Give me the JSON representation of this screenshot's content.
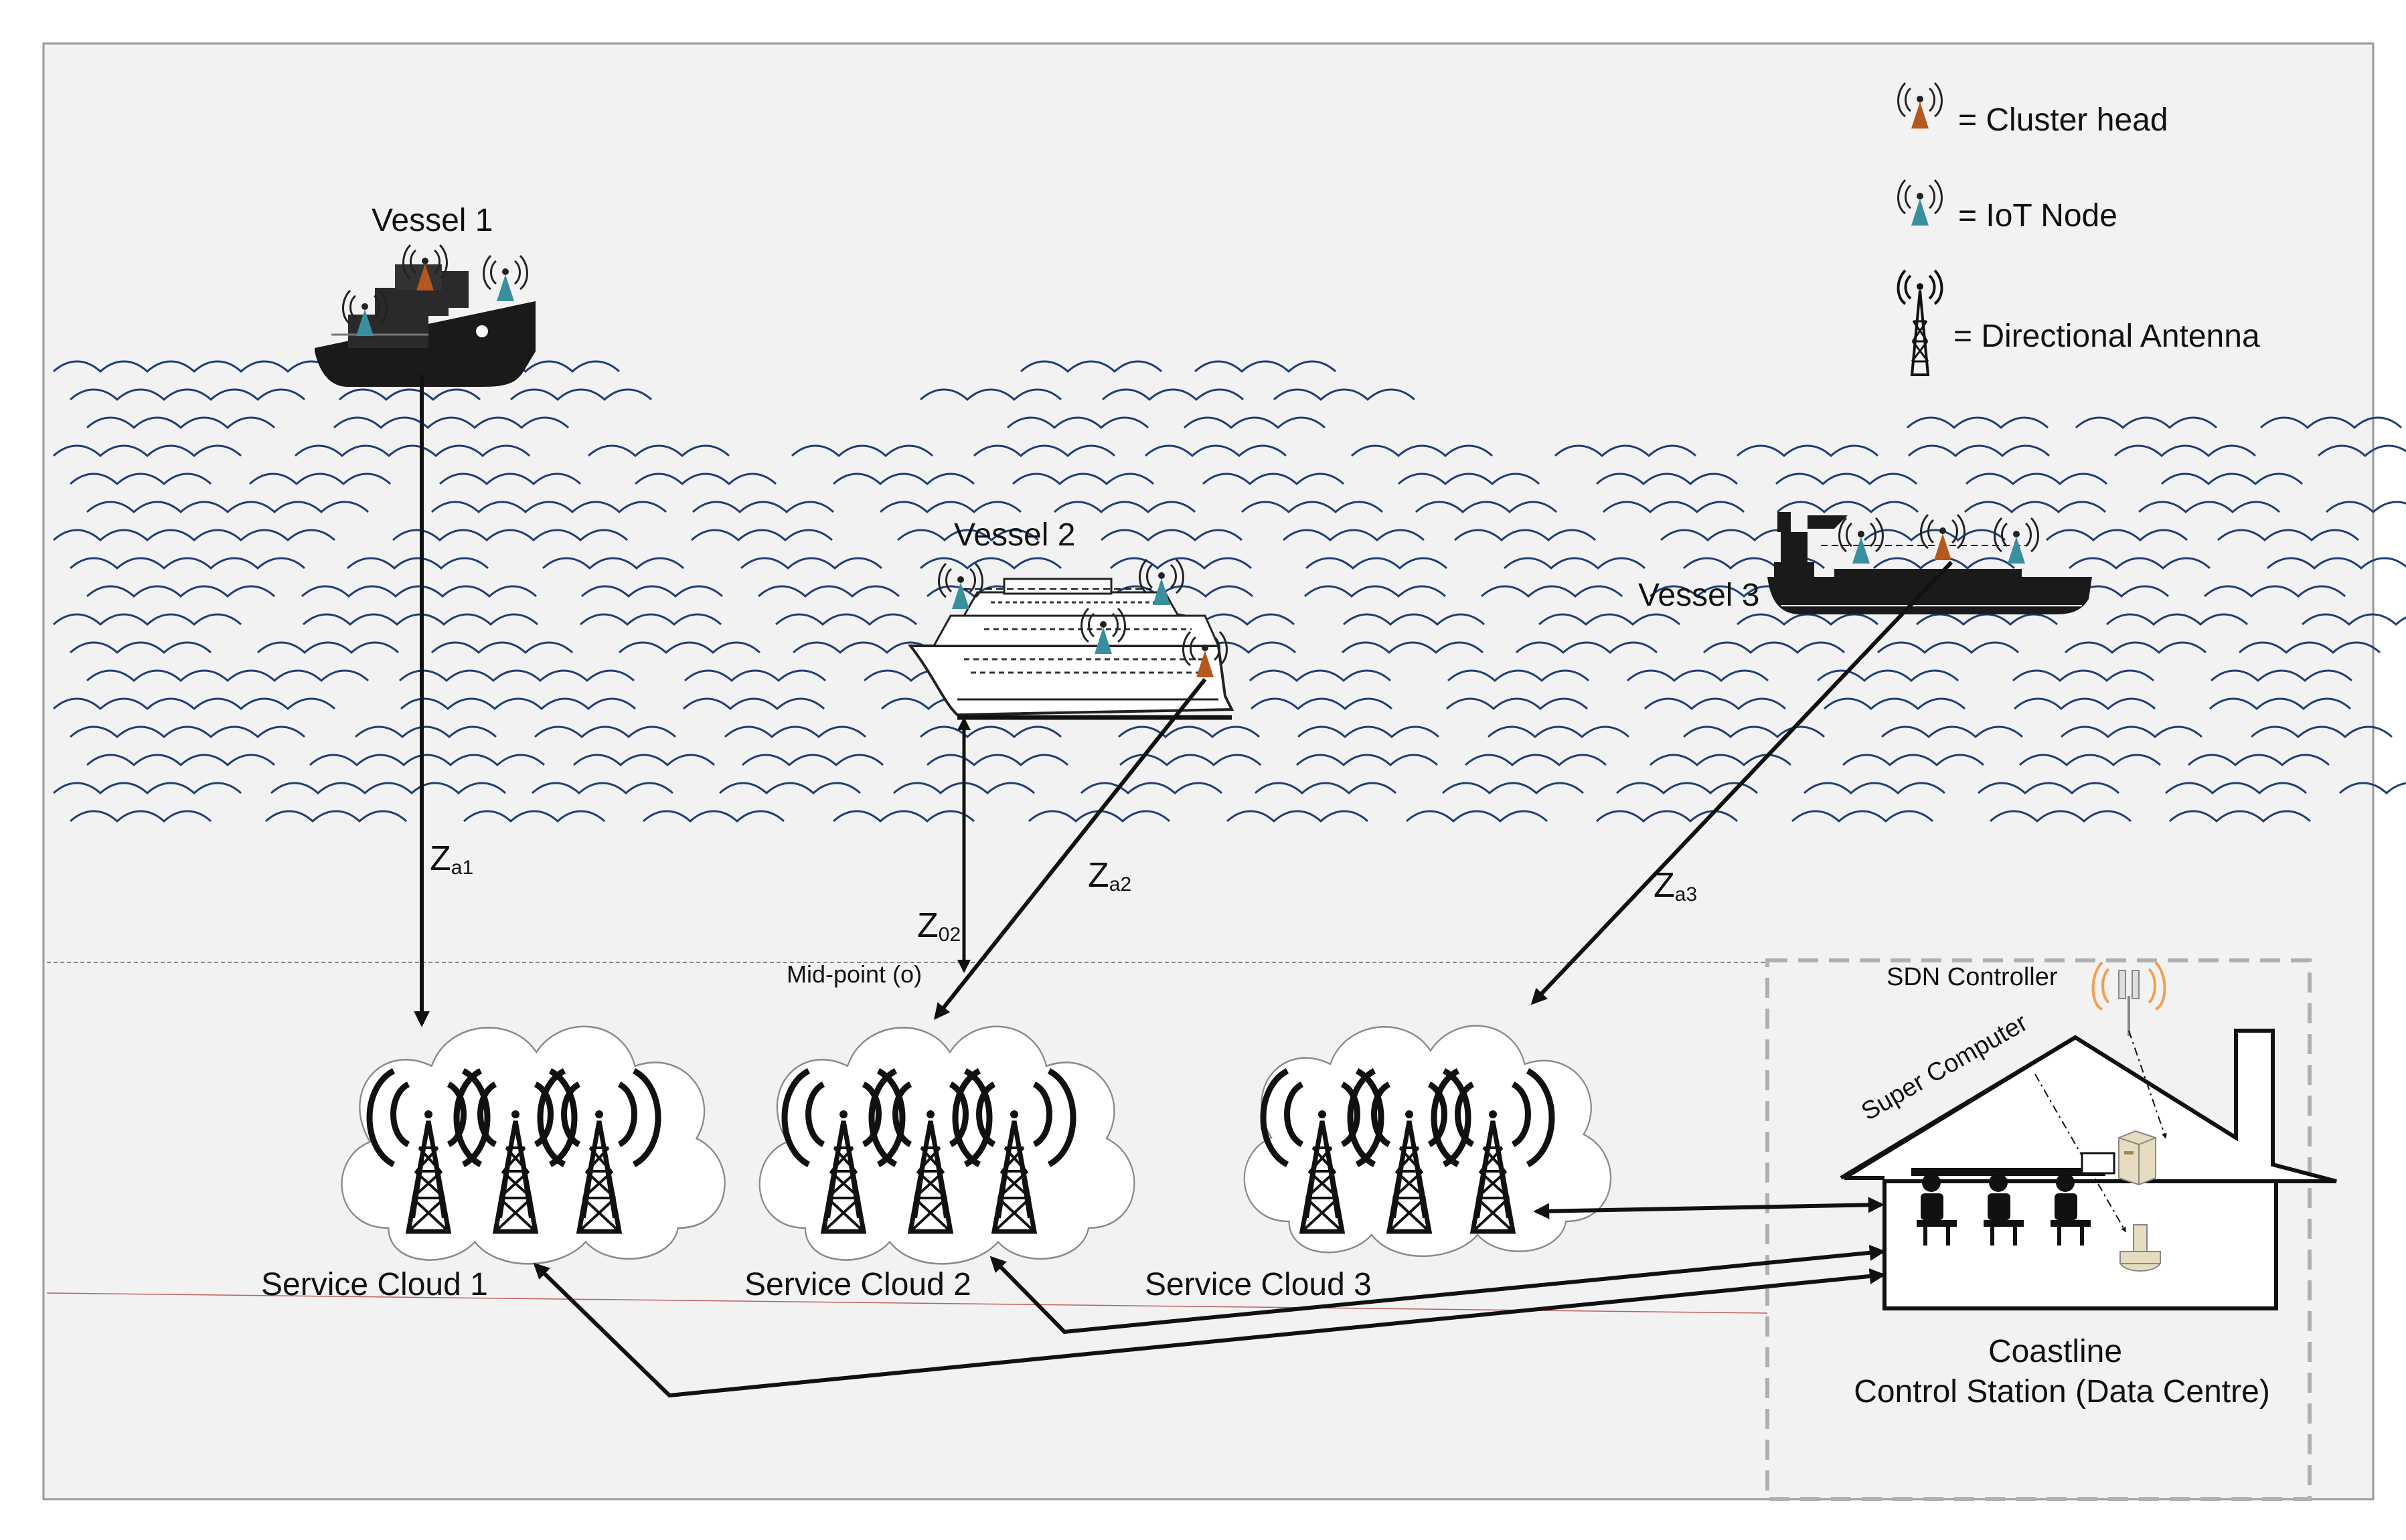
{
  "legend": {
    "cluster_head": "= Cluster head",
    "iot_node": "= IoT Node",
    "directional_antenna": "= Directional Antenna"
  },
  "vessels": [
    {
      "label": "Vessel 1"
    },
    {
      "label": "Vessel 2"
    },
    {
      "label": "Vessel 3"
    }
  ],
  "links": [
    {
      "main": "Z",
      "sub": "a1"
    },
    {
      "main": "Z",
      "sub": "a2"
    },
    {
      "main": "Z",
      "sub": "a3"
    },
    {
      "main": "Z",
      "sub": "02"
    }
  ],
  "midpoint_label": "Mid-point (o)",
  "service_clouds": [
    {
      "label": "Service Cloud 1"
    },
    {
      "label": "Service Cloud 2"
    },
    {
      "label": "Service Cloud 3"
    }
  ],
  "station": {
    "sdn_controller": "SDN Controller",
    "super_computer": "Super Computer",
    "title_line1": "Coastline",
    "title_line2": "Control Station (Data Centre)"
  },
  "colors": {
    "wave": "#1f3e74",
    "cluster_head": "#b5581d",
    "iot_node": "#3a8f9e",
    "antenna": "#111111",
    "signal_orange": "#f0a050",
    "background": "#f2f2f2"
  }
}
